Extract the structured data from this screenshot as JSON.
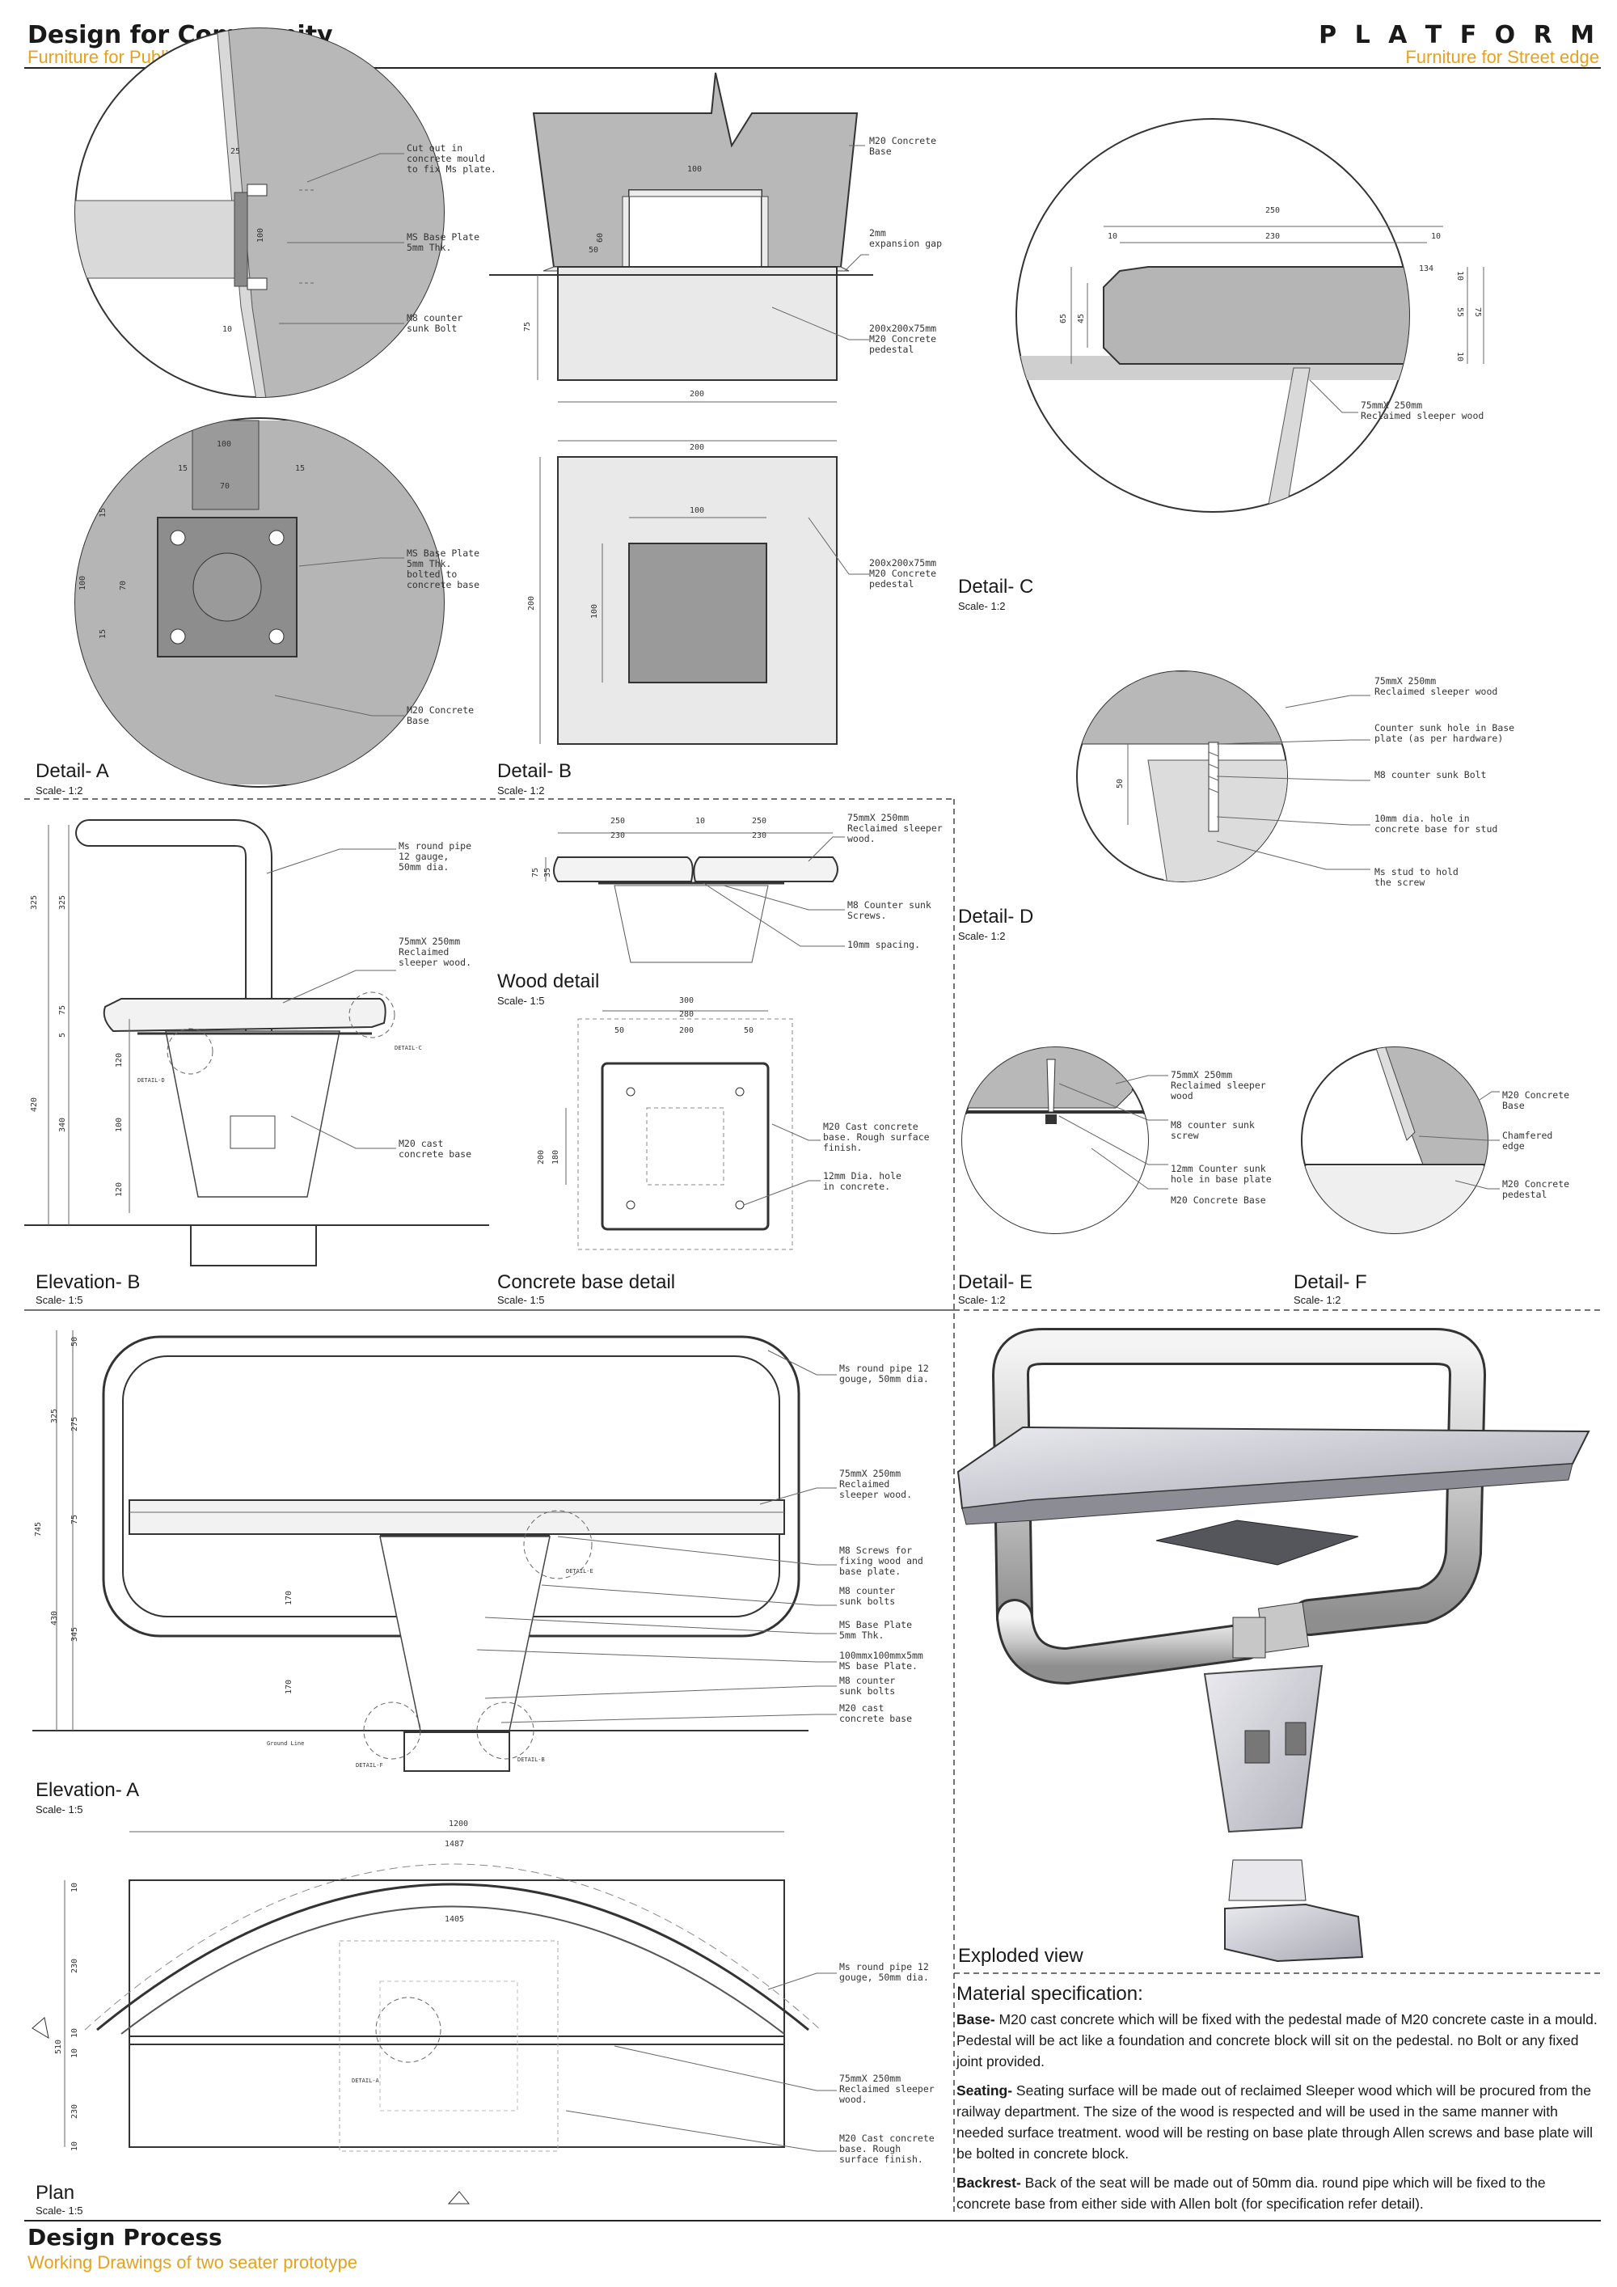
{
  "accent_color": "#e6a21e",
  "header": {
    "title": "Design for Community",
    "subtitle": "Furniture for Public domain",
    "brand": "P L A T F O R M",
    "brand_subtitle": "Furniture for Street edge"
  },
  "footer": {
    "title": "Design Process",
    "subtitle": "Working Drawings of two seater prototype"
  },
  "details": {
    "a": {
      "label": "Detail- A",
      "scale": "Scale- 1:2"
    },
    "b": {
      "label": "Detail- B",
      "scale": "Scale- 1:2"
    },
    "c": {
      "label": "Detail- C",
      "scale": "Scale- 1:2"
    },
    "d": {
      "label": "Detail- D",
      "scale": "Scale- 1:2"
    },
    "e": {
      "label": "Detail- E",
      "scale": "Scale- 1:2"
    },
    "f": {
      "label": "Detail- F",
      "scale": "Scale- 1:2"
    },
    "elev_b": {
      "label": "Elevation- B",
      "scale": "Scale- 1:5"
    },
    "wood": {
      "label": "Wood detail",
      "scale": "Scale- 1:5"
    },
    "concrete": {
      "label": "Concrete base detail",
      "scale": "Scale- 1:5"
    },
    "elev_a": {
      "label": "Elevation- A",
      "scale": "Scale- 1:5"
    },
    "plan": {
      "label": "Plan",
      "scale": "Scale- 1:5"
    },
    "exploded": {
      "label": "Exploded view"
    }
  },
  "annotations": {
    "a1": [
      "Cut out in",
      "concrete mould",
      "to fix Ms plate."
    ],
    "a2": [
      "MS Base Plate",
      "5mm Thk."
    ],
    "a3": [
      "M8 counter",
      "sunk Bolt"
    ],
    "a4": [
      "MS Base Plate",
      "5mm Thk.",
      "bolted to",
      "concrete base"
    ],
    "a5": [
      "M20 Concrete",
      "Base"
    ],
    "b1": [
      "M20 Concrete",
      "Base"
    ],
    "b2": [
      "2mm",
      "expansion gap"
    ],
    "b3": [
      "200x200x75mm",
      "M20 Concrete",
      "pedestal"
    ],
    "b4": [
      "200x200x75mm",
      "M20 Concrete",
      "pedestal"
    ],
    "c1": [
      "75mmX 250mm",
      "Reclaimed sleeper wood"
    ],
    "d1": [
      "75mmX 250mm",
      "Reclaimed sleeper wood"
    ],
    "d2": [
      "Counter sunk hole in Base",
      "plate (as per hardware)"
    ],
    "d3": [
      "M8 counter sunk Bolt"
    ],
    "d4": [
      "10mm dia. hole in",
      "concrete base for stud"
    ],
    "d5": [
      "Ms stud to hold",
      "the screw"
    ],
    "eb1": [
      "Ms round pipe",
      "12 gauge,",
      "50mm dia."
    ],
    "eb2": [
      "75mmX 250mm",
      "Reclaimed",
      "sleeper wood."
    ],
    "eb3": [
      "M20 cast",
      "concrete base"
    ],
    "w1": [
      "75mmX 250mm",
      "Reclaimed sleeper",
      "wood."
    ],
    "w2": [
      "M8 Counter sunk",
      "Screws."
    ],
    "w3": [
      "10mm spacing."
    ],
    "cb1": [
      "M20 Cast concrete",
      "base. Rough surface",
      "finish."
    ],
    "cb2": [
      "12mm Dia. hole",
      "in concrete."
    ],
    "e1": [
      "75mmX 250mm",
      "Reclaimed sleeper",
      "wood"
    ],
    "e2": [
      "M8 counter sunk",
      "screw"
    ],
    "e3": [
      "12mm Counter sunk",
      "hole in base plate"
    ],
    "e4": [
      "M20 Concrete Base"
    ],
    "f1": [
      "M20 Concrete",
      "Base"
    ],
    "f2": [
      "Chamfered",
      "edge"
    ],
    "f3": [
      "M20 Concrete",
      "pedestal"
    ],
    "ea1": [
      "Ms round pipe 12",
      "gouge, 50mm dia."
    ],
    "ea2": [
      "75mmX 250mm",
      "Reclaimed",
      "sleeper wood."
    ],
    "ea3": [
      "M8 Screws for",
      "fixing wood and",
      "base plate."
    ],
    "ea4": [
      "M8 counter",
      "sunk bolts"
    ],
    "ea5": [
      "MS Base Plate",
      "5mm Thk."
    ],
    "ea6": [
      "100mmx100mmx5mm",
      "MS base Plate."
    ],
    "ea7": [
      "M8 counter",
      "sunk bolts"
    ],
    "ea8": [
      "M20 cast",
      "concrete base"
    ],
    "p1": [
      "Ms round pipe 12",
      "gouge, 50mm dia."
    ],
    "p2": [
      "75mmX 250mm",
      "Reclaimed sleeper",
      "wood."
    ],
    "p3": [
      "M20 Cast concrete",
      "base. Rough",
      "surface finish."
    ]
  },
  "dims": {
    "a": [
      "25",
      "100",
      "10",
      "100",
      "15",
      "15",
      "70",
      "15",
      "100",
      "70",
      "15"
    ],
    "b": [
      "100",
      "60",
      "50",
      "75",
      "200",
      "200",
      "100",
      "200",
      "100"
    ],
    "c": [
      "250",
      "10",
      "230",
      "10",
      "65",
      "45",
      "10",
      "55",
      "75",
      "10",
      "134"
    ],
    "d": [
      "50"
    ],
    "eb": [
      "325",
      "325",
      "5",
      "75",
      "420",
      "340",
      "120",
      "100",
      "120"
    ],
    "wood": [
      "250",
      "10",
      "250",
      "230",
      "230",
      "75",
      "35"
    ],
    "cb": [
      "300",
      "280",
      "50",
      "200",
      "50",
      "200",
      "180"
    ],
    "ea": [
      "50",
      "325",
      "275",
      "745",
      "75",
      "430",
      "345",
      "170",
      "170"
    ],
    "plan": [
      "1200",
      "1487",
      "1405",
      "10",
      "230",
      "510",
      "10",
      "10",
      "230",
      "10"
    ]
  },
  "tags": {
    "c": "DETAIL-C",
    "d": "DETAIL-D",
    "e": "DETAIL-E",
    "f": "DETAIL-F",
    "b": "DETAIL-B",
    "a": "DETAIL-A",
    "ground": "Ground Line"
  },
  "spec": {
    "heading": "Material specification:",
    "base_label": "Base-",
    "base_text": " M20 cast concrete which will be fixed with the pedestal made of M20 concrete caste in a mould. Pedestal will be act like a foundation and concrete block will sit on the pedestal. no Bolt or any fixed joint provided.",
    "seating_label": "Seating-",
    "seating_text": " Seating surface will be made out of reclaimed Sleeper wood which will be procured from the railway department. The size of the wood is respected and will be used in the same manner with needed surface treatment. wood will be resting on base plate through Allen screws and base plate will be bolted in concrete block.",
    "backrest_label": "Backrest-",
    "backrest_text": " Back of the seat will be made out of 50mm dia. round pipe which will be fixed to the concrete base from either side with Allen bolt (for specification refer detail)."
  }
}
